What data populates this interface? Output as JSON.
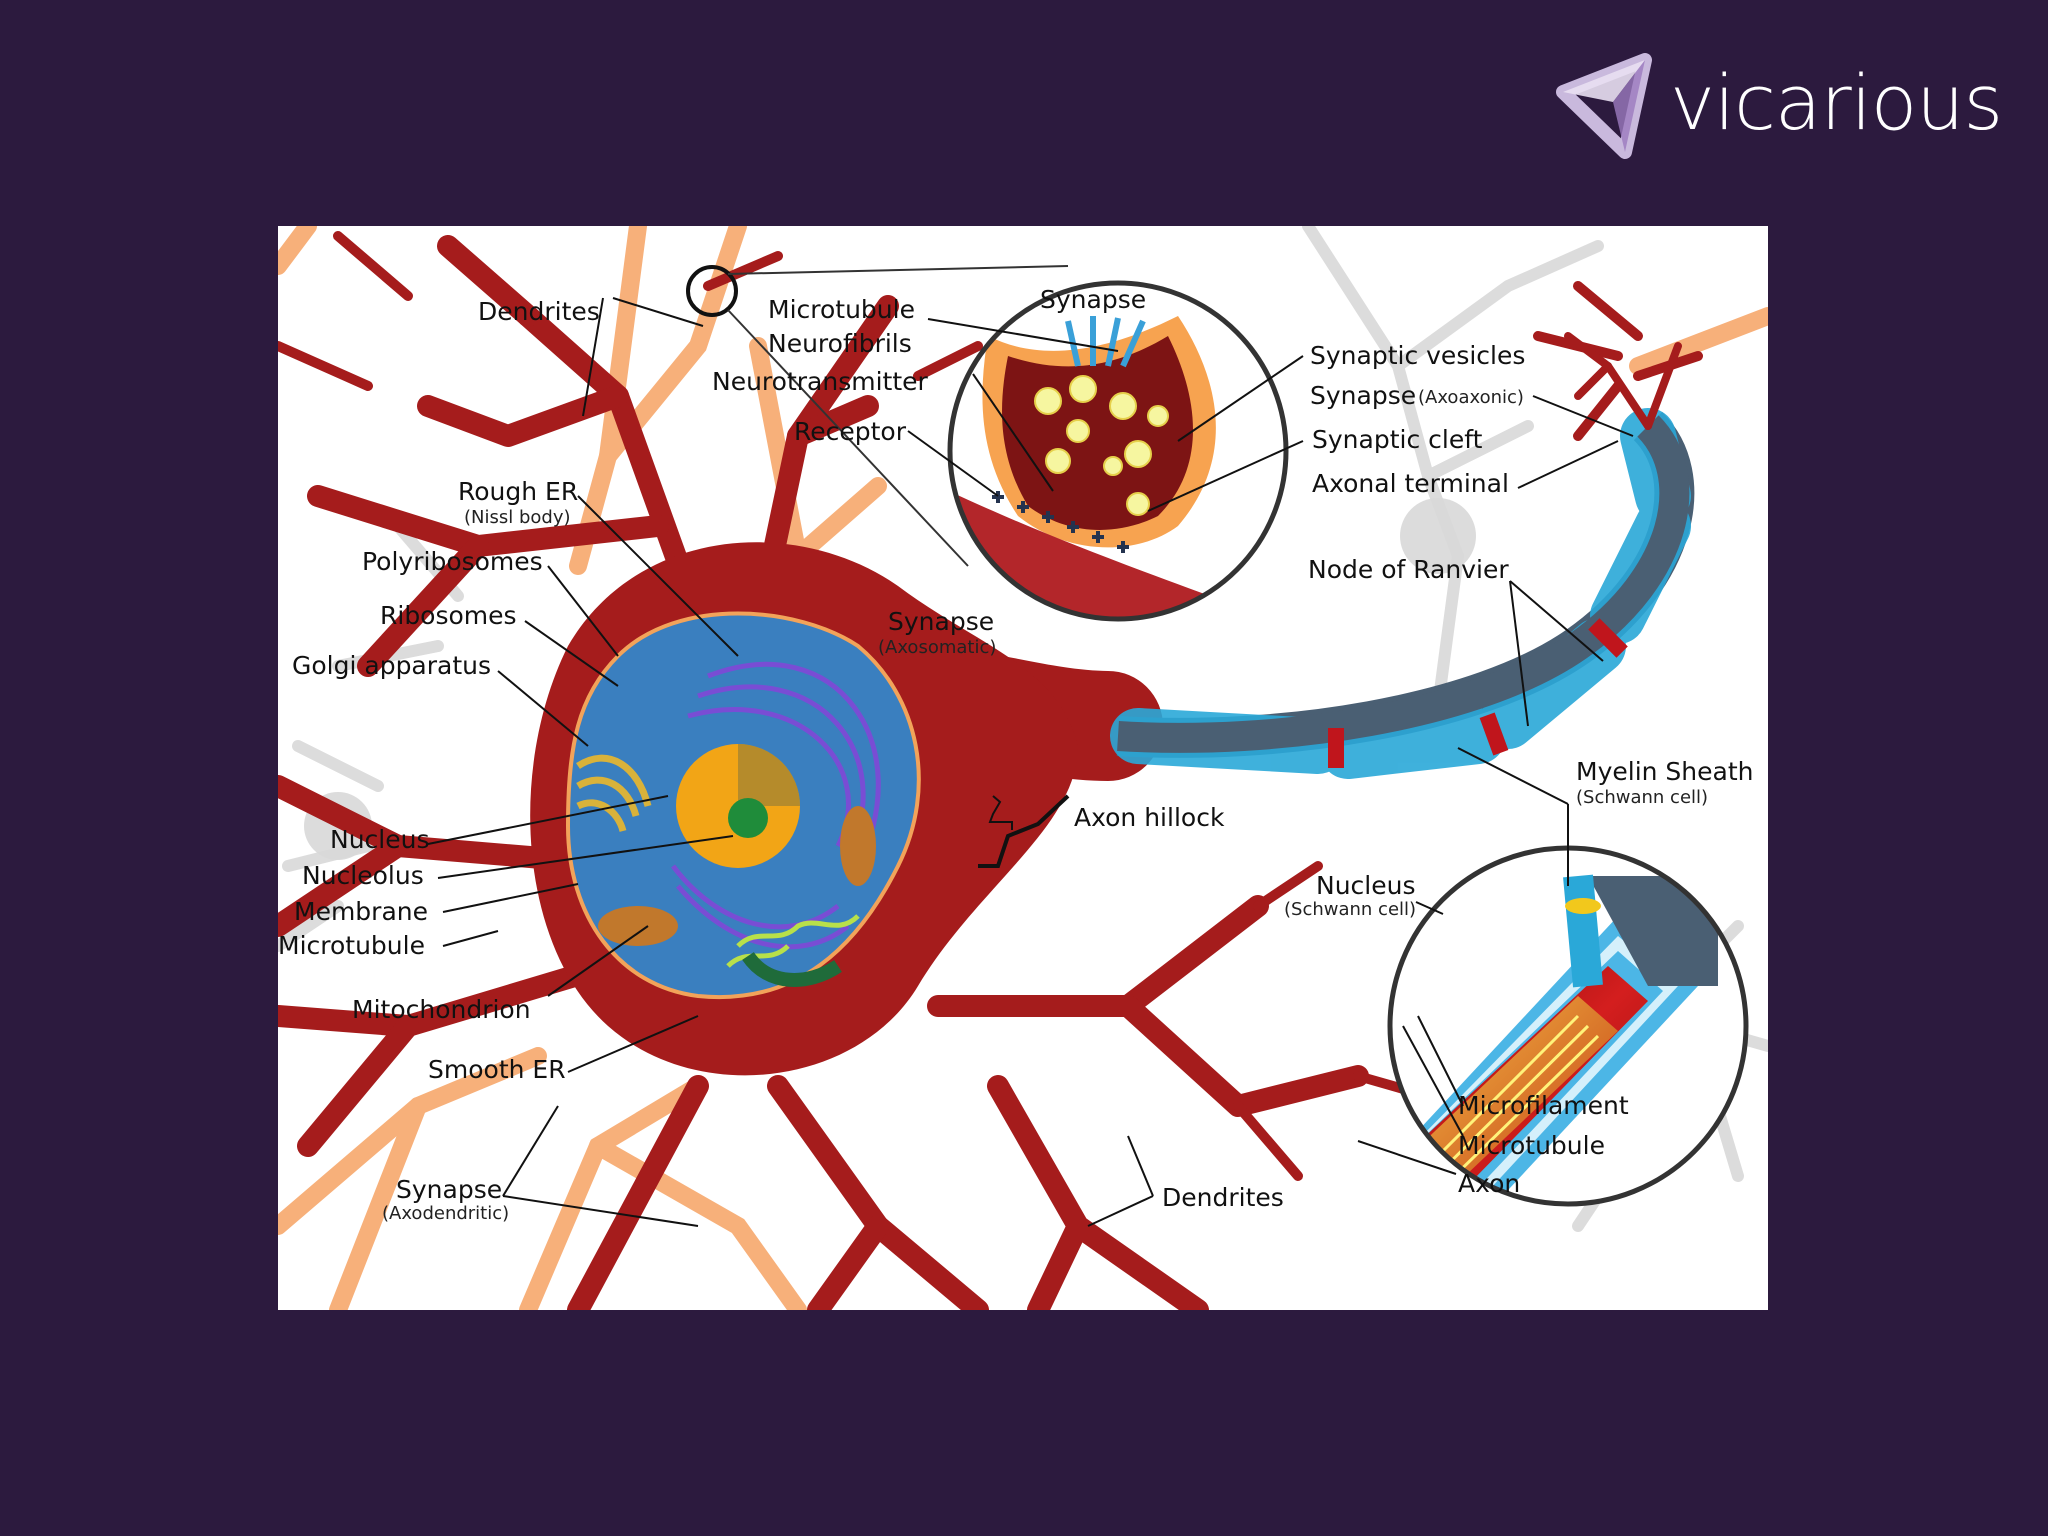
{
  "brand": {
    "name": "vicarious"
  },
  "colors": {
    "background": "#2c1a3e",
    "neuron": "#a51c1c",
    "myelin": "#2aa8d8",
    "axon_core": "#4a5f73",
    "synapse_terminal": "#f7a350",
    "nucleus": "#f2a516"
  },
  "labels": {
    "dendrites_top": "Dendrites",
    "microtubule_top": "Microtubule",
    "neurofibrils": "Neurofibrils",
    "neurotransmitter": "Neurotransmitter",
    "receptor": "Receptor",
    "synapse_inset": "Synapse",
    "synaptic_vesicles": "Synaptic vesicles",
    "synapse_axoaxonic": "Synapse",
    "synapse_axoaxonic_sub": "(Axoaxonic)",
    "synaptic_cleft": "Synaptic cleft",
    "axonal_terminal": "Axonal terminal",
    "rough_er": "Rough ER",
    "rough_er_sub": "(Nissl body)",
    "polyribosomes": "Polyribosomes",
    "ribosomes": "Ribosomes",
    "golgi": "Golgi apparatus",
    "synapse_axosomatic": "Synapse",
    "synapse_axosomatic_sub": "(Axosomatic)",
    "node_of_ranvier": "Node of Ranvier",
    "myelin_sheath": "Myelin Sheath",
    "myelin_sheath_sub": "(Schwann cell)",
    "axon_hillock": "Axon hillock",
    "nucleus": "Nucleus",
    "nucleolus": "Nucleolus",
    "membrane": "Membrane",
    "microtubule_left": "Microtubule",
    "mitochondrion": "Mitochondrion",
    "smooth_er": "Smooth ER",
    "synapse_axodendritic": "Synapse",
    "synapse_axodendritic_sub": "(Axodendritic)",
    "dendrites_bottom": "Dendrites",
    "nucleus_schwann": "Nucleus",
    "nucleus_schwann_sub": "(Schwann cell)",
    "microfilament": "Microfilament",
    "microtubule_inset": "Microtubule",
    "axon": "Axon"
  }
}
